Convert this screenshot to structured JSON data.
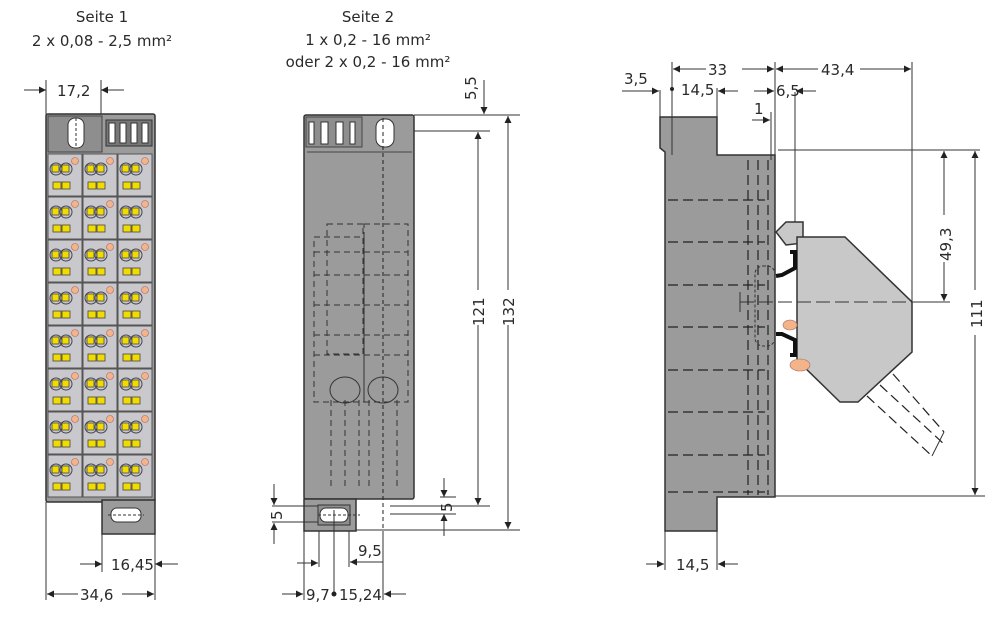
{
  "views": {
    "seite1": {
      "title": "Seite 1",
      "spec": "2 x 0,08 - 2,5 mm²",
      "dims": {
        "top_width": "17,2",
        "bottom_offset": "16,45",
        "overall_width": "34,6"
      },
      "terminal_rows": 8,
      "terminal_cols": 3
    },
    "seite2": {
      "title": "Seite 2",
      "spec_line1": "1 x 0,2 - 16 mm²",
      "spec_line2": "oder 2 x 0,2 - 16 mm²",
      "dims": {
        "top_offset": "5,5",
        "inner_height": "121",
        "overall_height": "132",
        "hole_height_left": "5",
        "hole_height_right": "5",
        "hole_offset": "9,5",
        "left_offset": "9,7",
        "pitch": "15,24"
      }
    },
    "side": {
      "dims": {
        "flange": "3,5",
        "depth": "33",
        "extension": "43,4",
        "step": "14,5",
        "clip": "6,5",
        "gap": "1",
        "center_height": "49,3",
        "overall_height": "111",
        "foot_width": "14,5"
      }
    }
  },
  "colors": {
    "housing": "#9b9b9b",
    "terminal_cell": "#c9c9cd",
    "actuator_yellow": "#f2dc00",
    "indicator_orange": "#f3b48a",
    "module_grey": "#c8c8c8"
  }
}
